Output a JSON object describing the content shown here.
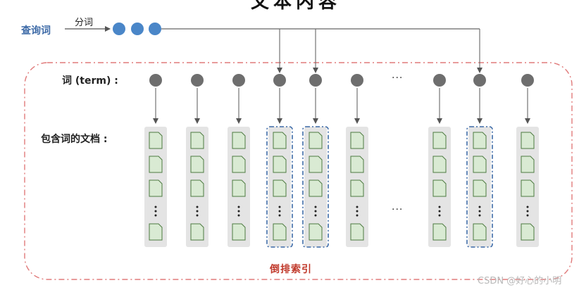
{
  "title": "文本内容",
  "query_label": "查询词",
  "segment_label": "分词",
  "term_label": "词 (term) :",
  "docs_label": "包含词的文档 :",
  "index_label": "倒排索引",
  "ellipsis": "···",
  "watermark": "CSDN @好心的小明",
  "colors": {
    "query_dot": "#4a86c8",
    "term_dot": "#6e6e6e",
    "doc_fill": "#d9ead3",
    "doc_stroke": "#4d7a40",
    "column_bg": "#e4e4e4",
    "highlight_border": "#3d6aa7",
    "index_border": "#e07a7a",
    "index_label": "#c0392b"
  },
  "query_dot_count": 3,
  "term_column_count": 10,
  "matched_term_columns": [
    4,
    5,
    9
  ],
  "docs_per_column_visible": 4,
  "doc_icon": "document-icon"
}
